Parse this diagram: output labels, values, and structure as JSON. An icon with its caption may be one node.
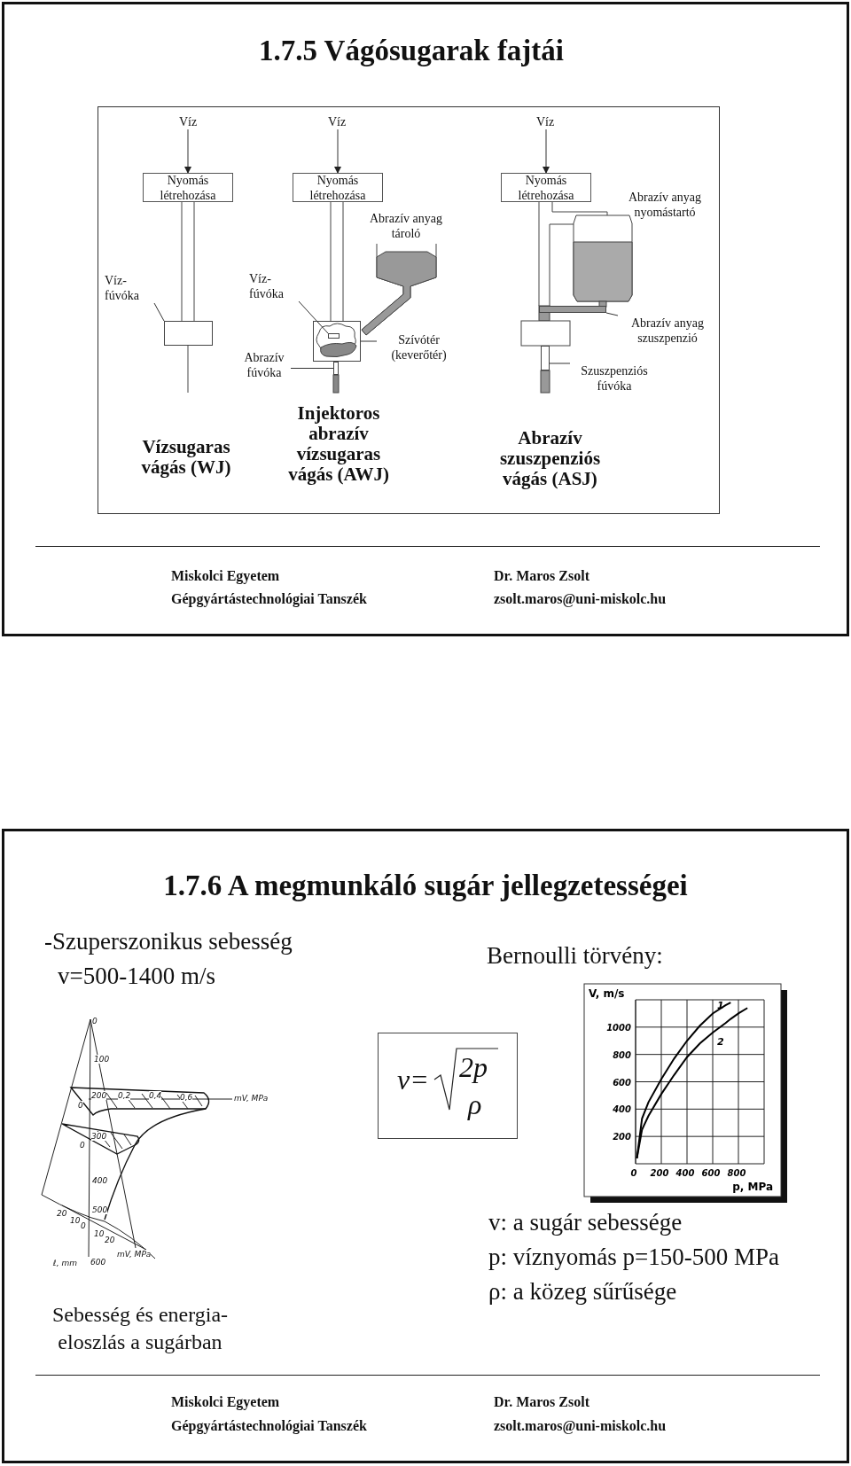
{
  "diagram": {
    "title": "1.7.5 Vágósugarak fajtái",
    "nodes": [
      {
        "text": [
          "Víz"
        ]
      },
      {
        "text": [
          "Víz"
        ]
      },
      {
        "text": [
          "Víz"
        ]
      },
      {
        "text": [
          "Nyomás létrehozása"
        ]
      },
      {
        "text": [
          "Nyomás létrehozása"
        ]
      },
      {
        "text": [
          "Nyomás létrehozása"
        ]
      },
      {
        "text": [
          "Víz-fúvóka"
        ]
      },
      {
        "text": [],
        "shape": "box"
      },
      {
        "text": [
          "Víz-fúvóka"
        ]
      },
      {
        "text": [],
        "shape": "box"
      },
      {
        "text": [],
        "shape": "box",
        "in": 9
      },
      {
        "text": [
          "Szívótér (keverőtér)"
        ]
      },
      {
        "text": [
          "Abrazív fúvóka"
        ]
      },
      {
        "text": [],
        "shape": "box"
      },
      {
        "text": [
          "Abrazív anyag szuszpenzió"
        ]
      },
      {
        "text": [],
        "shape": "bar"
      },
      {
        "text": [
          "Szuszpenziós fúvóka"
        ]
      },
      {
        "text": [],
        "shape": "box"
      }
    ],
    "edges": [
      {
        "from": 0,
        "to": 3,
        "arrow": "to"
      },
      {
        "from": 1,
        "to": 4,
        "arrow": "to"
      },
      {
        "from": 2,
        "to": 5,
        "arrow": "to"
      },
      {
        "from": 6,
        "to": 7,
        "arrow": "none"
      },
      {
        "from": 8,
        "to": 10,
        "arrow": "none"
      },
      {
        "from": 11,
        "to": 9,
        "arrow": "none"
      },
      {
        "from": 12,
        "to": 13,
        "arrow": "none"
      },
      {
        "from": 14,
        "to": 15,
        "arrow": "none"
      },
      {
        "from": 16,
        "to": 17,
        "arrow": "none"
      }
    ],
    "labels": [
      "Abrazív anyag tároló",
      "Abrazív anyag nyomástartó",
      "Vízsugaras vágás (WJ)",
      "Injektoros abrazív vízsugaras vágás (AWJ)",
      "Abrazív szuszpenziós vágás (ASJ)",
      "Miskolci Egyetem",
      "Gépgyártástechnológiai Tanszék",
      "Dr. Maros Zsolt",
      "zsolt.maros@uni-miskolc.hu",
      "1.7.6 A megmunkáló sugár jellegzetességei",
      "-Szuperszonikus sebesség",
      "v=500-1400 m/s",
      "Bernoulli törvény:",
      "0",
      "100",
      "200",
      "0,2",
      "0,4",
      "0,6",
      "mV, MPa",
      "0",
      "300",
      "0",
      "400",
      "20",
      "10",
      "0",
      "500",
      "10",
      "20",
      "ℓ, mm",
      "600",
      "mV, MPa",
      "v=",
      "2p",
      "ρ",
      "Sebesség és energia- eloszlás a sugárban",
      "v: a sugár sebessége",
      "p: víznyomás p=150-500 MPa",
      "ρ: a közeg sűrűsége",
      "Miskolci Egyetem",
      "Gépgyártástechnológiai Tanszék",
      "Dr. Maros Zsolt",
      "zsolt.maros@uni-miskolc.hu"
    ],
    "chart_data": {
      "type": "line",
      "xlabel": "p, MPa",
      "ylabel": "V, m/s",
      "x": [
        10,
        50,
        100,
        200,
        300,
        400,
        500,
        600,
        700,
        740,
        800,
        870
      ],
      "series": [
        {
          "name": "1",
          "color": "#000000",
          "values": [
            40,
            330,
            450,
            620,
            770,
            900,
            1010,
            1100,
            1160,
            1180,
            null,
            null
          ]
        },
        {
          "name": "2",
          "color": "#000000",
          "values": [
            40,
            250,
            350,
            510,
            650,
            780,
            880,
            960,
            1030,
            1060,
            1100,
            1140
          ]
        }
      ],
      "grid": true,
      "xlim": [
        0,
        1000
      ],
      "ylim": [
        0,
        1200
      ],
      "xticks": [
        0,
        200,
        400,
        600,
        800
      ],
      "yticks": [
        200,
        400,
        600,
        800,
        1000
      ]
    }
  }
}
